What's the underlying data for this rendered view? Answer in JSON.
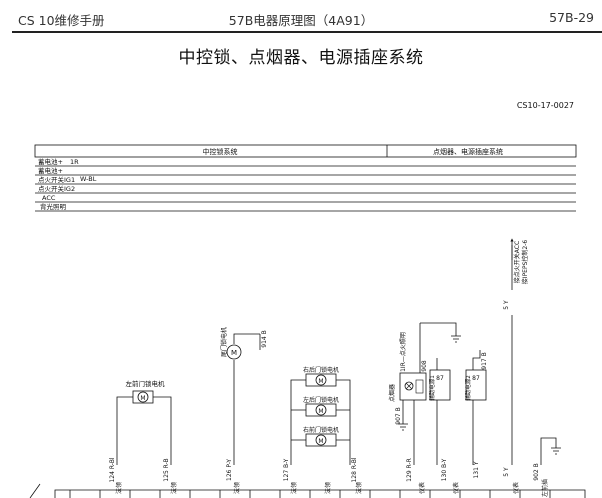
{
  "header": {
    "left": "CS 10维修手册",
    "center": "57B电器原理图（4A91）",
    "right": "57B-29"
  },
  "title": "中控锁、点烟器、电源插座系统",
  "doc_id": "CS10-17-0027",
  "systems": {
    "central_lock": "中控锁系统",
    "lighter_socket": "点烟器、电源插座系统"
  },
  "power_rails": [
    {
      "label": "蓄电池+",
      "tag": "1R"
    },
    {
      "label": "蓄电池+",
      "tag": ""
    },
    {
      "label": "点火开关IG1",
      "tag": "W-BL"
    },
    {
      "label": "点火开关IG2",
      "tag": ""
    },
    {
      "label": "ACC",
      "tag": ""
    },
    {
      "label": "背光照明",
      "tag": ""
    }
  ],
  "components": {
    "left_front_motor": "左前门锁电机",
    "tailgate_motor": "尾门锁电机",
    "right_rear_motor": "右后门锁电机",
    "left_rear_motor": "左后门锁电机",
    "right_front_motor": "右前门锁电机",
    "lighter": "点烟器",
    "lighter_light": "1IR—点火照明",
    "socket1": "辅助电源1",
    "socket2": "辅助电源2",
    "acc_note_1": "接点火开关ACC",
    "acc_note_2": "接IPEPS控制2-6",
    "s1_pin": "87",
    "s2_pin": "87"
  },
  "wires": {
    "w914": "914 B",
    "w907": "907 B",
    "w908": "908",
    "w917": "917 B",
    "w5y": "5 Y",
    "w5y_b": "5 Y",
    "w902": "902 B",
    "w124": "124 R-Bl",
    "w125": "125 R-B",
    "w126": "126 P-Y",
    "w127": "127 B-Y",
    "w128": "128 R-Bl",
    "w129": "129 R-R",
    "w130": "130 B-Y",
    "w131": "131 Y"
  },
  "bottom_labels": {
    "a": "法领",
    "b": "法领",
    "c": "法领",
    "d": "法领",
    "e": "法领",
    "f": "法领",
    "g": "仪表",
    "h": "仪表",
    "i": "仪表",
    "j": "左前插"
  }
}
